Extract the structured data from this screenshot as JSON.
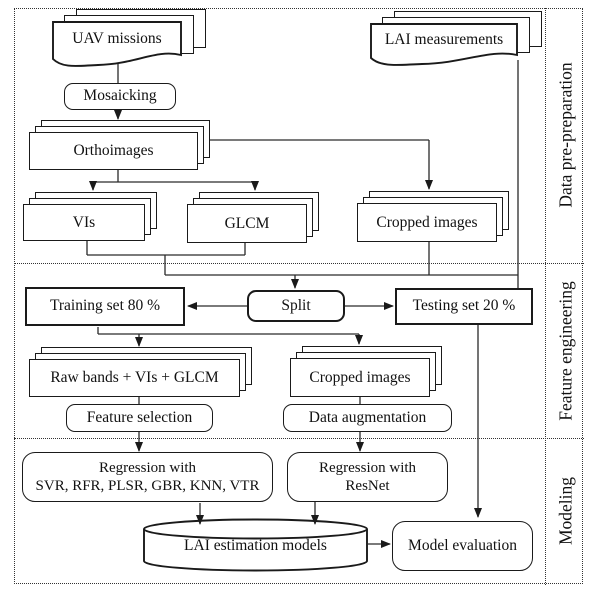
{
  "sections": [
    {
      "label": "Data pre-preparation"
    },
    {
      "label": "Feature engineering"
    },
    {
      "label": "Modeling"
    }
  ],
  "nodes": {
    "uav_missions": "UAV missions",
    "lai_measurements": "LAI measurements",
    "mosaicking": "Mosaicking",
    "orthoimages": "Orthoimages",
    "vis": "VIs",
    "glcm": "GLCM",
    "cropped_images_top": "Cropped images",
    "split": "Split",
    "training_set": "Training set 80 %",
    "testing_set": "Testing set 20 %",
    "raw_bands": "Raw bands + VIs + GLCM",
    "feature_selection": "Feature selection",
    "cropped_images_mid": "Cropped images",
    "data_augmentation": "Data augmentation",
    "regression_ml": {
      "line1": "Regression with",
      "line2": "SVR, RFR, PLSR, GBR, KNN, VTR"
    },
    "regression_resnet": {
      "line1": "Regression with",
      "line2": "ResNet"
    },
    "lai_models": "LAI estimation models",
    "model_evaluation": "Model evaluation"
  },
  "colors": {
    "line": "#2a2a2a",
    "box_border": "#1a1a1a",
    "background": "#ffffff"
  }
}
